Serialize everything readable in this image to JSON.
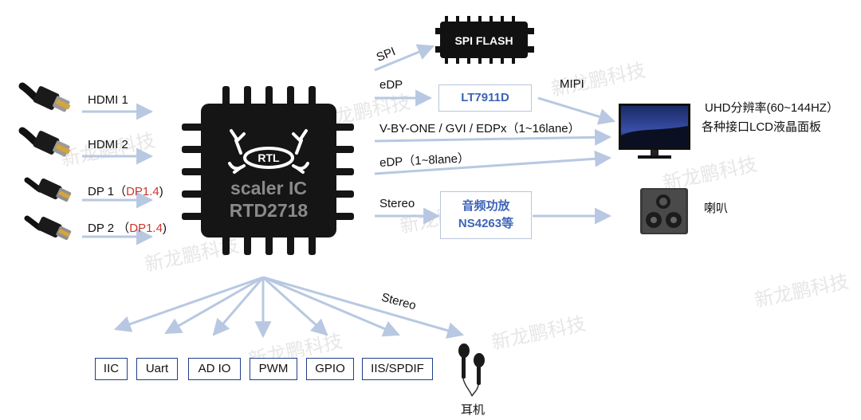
{
  "inputs": [
    {
      "label": "HDMI 1",
      "version": ""
    },
    {
      "label": "HDMI  2",
      "version": ""
    },
    {
      "label": "DP 1（",
      "version": "DP1.4",
      "suffix": ")"
    },
    {
      "label": "DP 2 （",
      "version": "DP1.4",
      "suffix": ")"
    }
  ],
  "main_chip": {
    "line1": "scaler IC",
    "line2": "RTD2718"
  },
  "spi": {
    "link_label": "SPI",
    "chip_label": "SPI FLASH"
  },
  "edp_bridge": {
    "link_label": "eDP",
    "chip": "LT7911D",
    "out_label": "MIPI"
  },
  "vbyone_label": "V-BY-ONE / GVI / EDPx（1~16lane）",
  "edp_direct_label": "eDP（1~8lane）",
  "stereo1": {
    "link_label": "Stereo",
    "amp_line1": "音频功放",
    "amp_line2": "NS4263等"
  },
  "stereo2_label": "Stereo",
  "display": {
    "line1": "UHD分辨率(60~144HZ）",
    "line2": "各种接口LCD液晶面板"
  },
  "speaker_label": "喇叭",
  "earphone_label": "耳机",
  "interfaces": [
    "IIC",
    "Uart",
    "AD IO",
    "PWM",
    "GPIO",
    "IIS/SPDIF"
  ],
  "watermark": "新龙鹏科技",
  "colors": {
    "arrow": "#b8c8e2",
    "version_red": "#c8372d",
    "chip_blue": "#3d63b8",
    "box_border": "#1f3f8a"
  }
}
